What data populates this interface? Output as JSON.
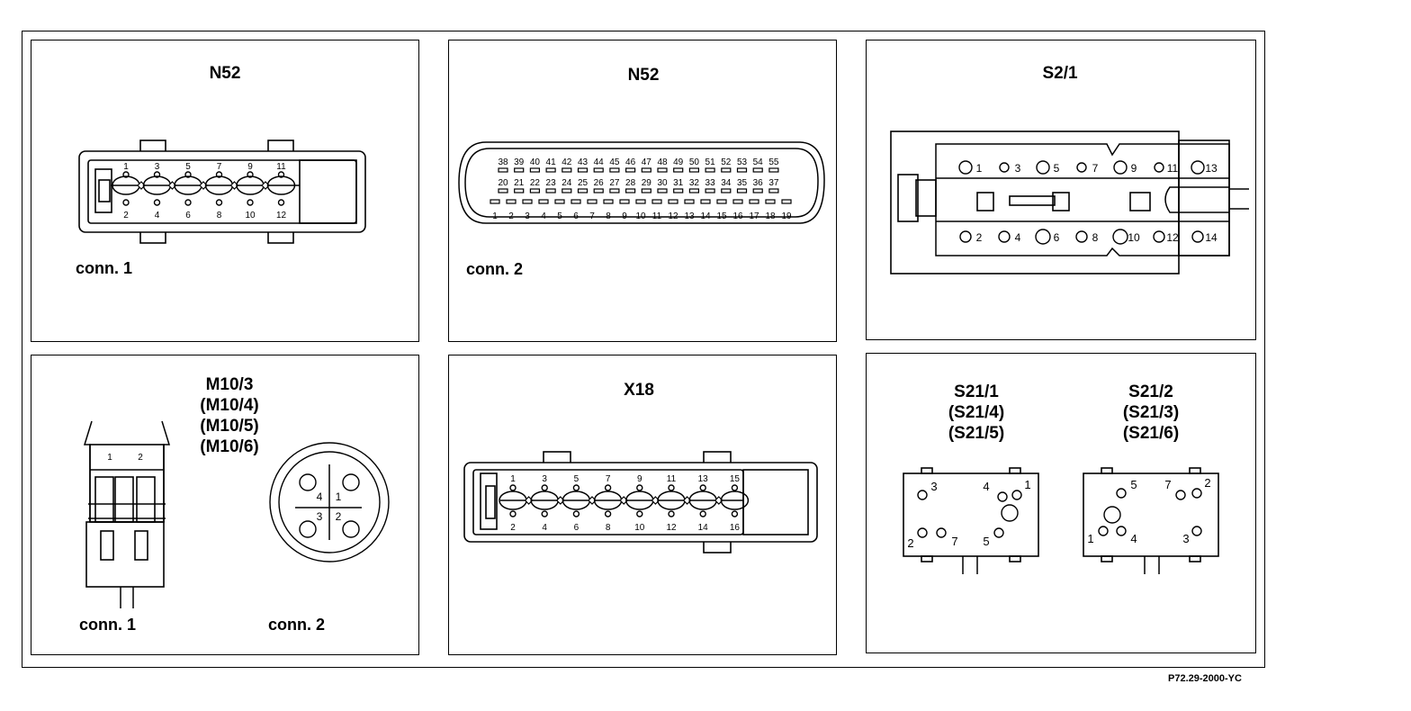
{
  "panels": {
    "p1": {
      "title": "N52",
      "caption": "conn. 1",
      "pins": [
        "1",
        "2",
        "3",
        "4",
        "5",
        "6",
        "7",
        "8",
        "9",
        "10",
        "11",
        "12"
      ]
    },
    "p2": {
      "title": "N52",
      "caption": "conn. 2",
      "pins_top": [
        "38",
        "39",
        "40",
        "41",
        "42",
        "43",
        "44",
        "45",
        "46",
        "47",
        "48",
        "49",
        "50",
        "51",
        "52",
        "53",
        "54",
        "55"
      ],
      "pins_mid": [
        "20",
        "21",
        "22",
        "23",
        "24",
        "25",
        "26",
        "27",
        "28",
        "29",
        "30",
        "31",
        "32",
        "33",
        "34",
        "35",
        "36",
        "37"
      ],
      "pins_bot": [
        "1",
        "2",
        "3",
        "4",
        "5",
        "6",
        "7",
        "8",
        "9",
        "10",
        "11",
        "12",
        "13",
        "14",
        "15",
        "16",
        "17",
        "18",
        "19"
      ]
    },
    "p3": {
      "title": "S2/1",
      "pins_top": [
        "1",
        "3",
        "5",
        "7",
        "9",
        "11",
        "13"
      ],
      "pins_bot": [
        "2",
        "4",
        "6",
        "8",
        "10",
        "12",
        "14"
      ]
    },
    "p4": {
      "title_lines": [
        "M10/3",
        "(M10/4)",
        "(M10/5)",
        "(M10/6)"
      ],
      "caption_left": "conn. 1",
      "caption_right": "conn. 2",
      "conn1_pins": [
        "1",
        "2"
      ],
      "conn2_pins": [
        "4",
        "1",
        "3",
        "2"
      ]
    },
    "p5": {
      "title": "X18",
      "pins": [
        "1",
        "2",
        "3",
        "4",
        "5",
        "6",
        "7",
        "8",
        "9",
        "10",
        "11",
        "12",
        "13",
        "14",
        "15",
        "16"
      ]
    },
    "p6": {
      "left_title_lines": [
        "S21/1",
        "(S21/4)",
        "(S21/5)"
      ],
      "right_title_lines": [
        "S21/2",
        "(S21/3)",
        "(S21/6)"
      ],
      "left_pins": [
        "3",
        "4",
        "1",
        "2",
        "7",
        "5"
      ],
      "right_pins": [
        "5",
        "7",
        "2",
        "1",
        "4",
        "3"
      ]
    }
  },
  "reference": "P72.29-2000-YC"
}
